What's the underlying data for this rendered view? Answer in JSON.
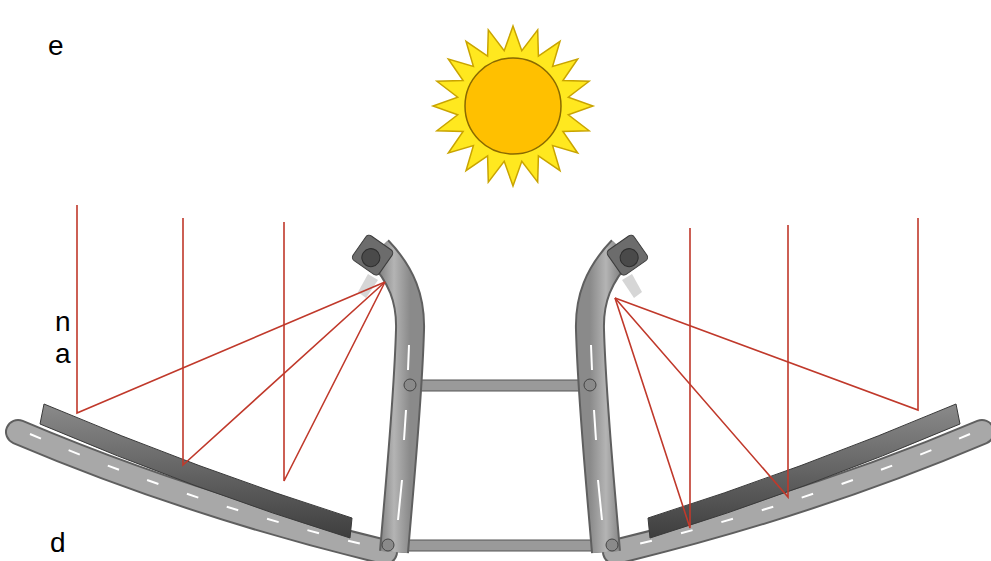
{
  "diagram": {
    "labels": [
      "e",
      "n",
      "a",
      "d"
    ]
  }
}
